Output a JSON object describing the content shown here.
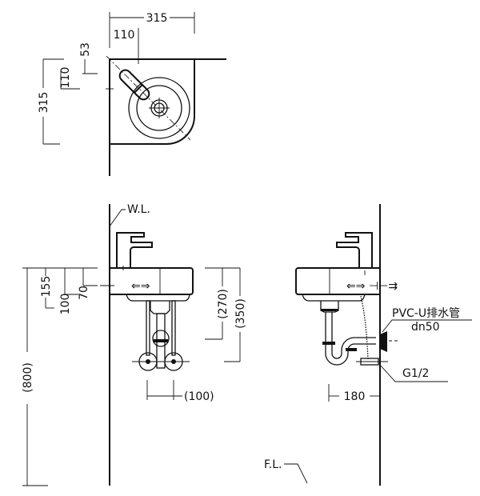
{
  "plan_view": {
    "width": "315",
    "faucet_offset_x": "110",
    "faucet_offset_y": "110",
    "depth_53": "53",
    "depth": "315"
  },
  "front_view": {
    "wall_label": "W.L.",
    "d800": "(800)",
    "d155": "155",
    "d100": "100",
    "d70": "70",
    "d270": "(270)",
    "d350": "(350)",
    "valve_spacing": "(100)"
  },
  "side_view": {
    "drain_label": "PVC-U排水管",
    "drain_size": "dn50",
    "thread_label": "G1/2",
    "d180": "180",
    "floor_label": "F.L."
  }
}
